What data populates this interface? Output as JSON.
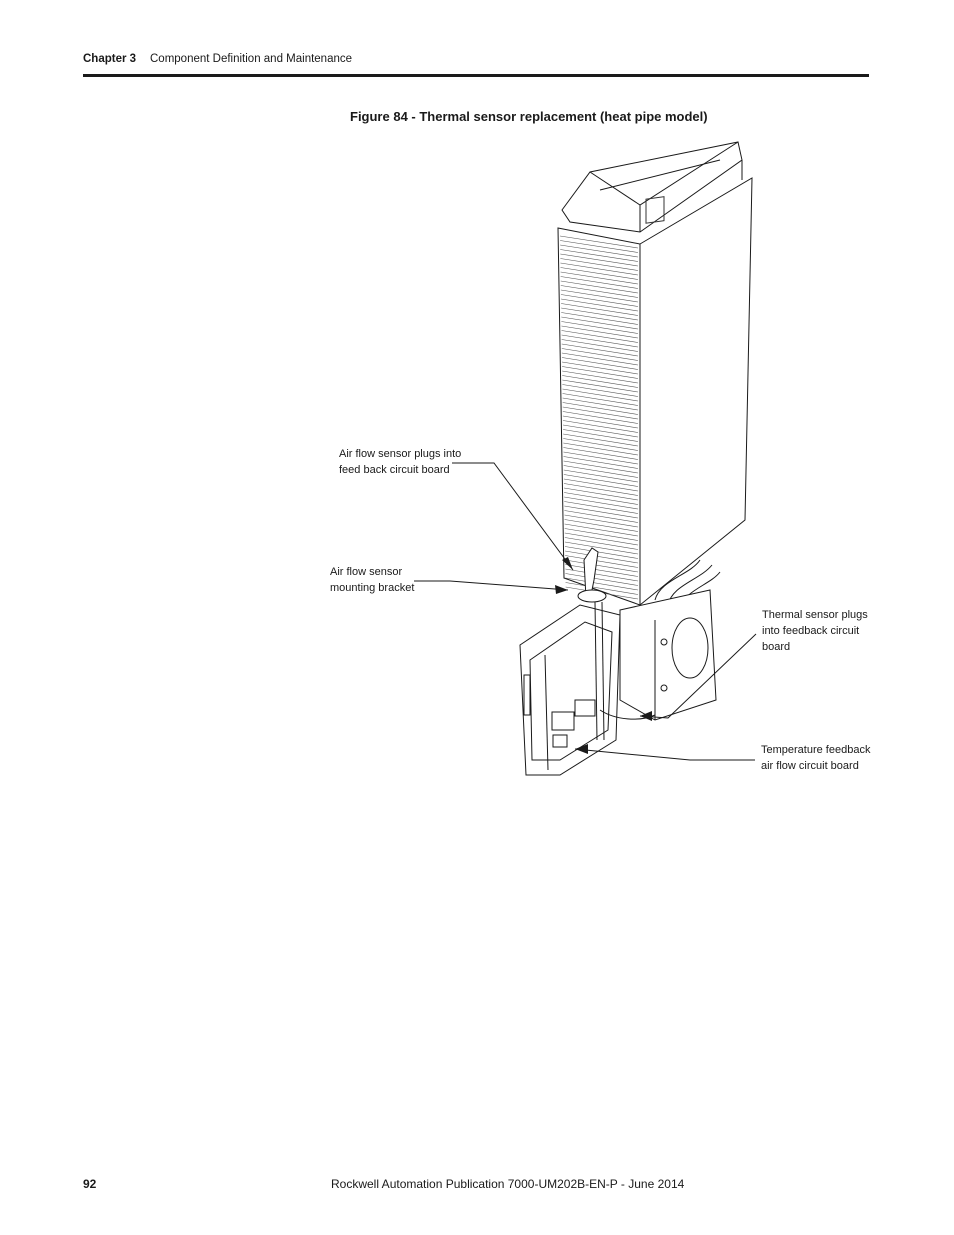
{
  "header": {
    "chapter": "Chapter 3",
    "section": "Component Definition and Maintenance"
  },
  "figure": {
    "caption": "Figure 84 - Thermal sensor replacement (heat pipe model)",
    "callouts": [
      "Air flow sensor plugs into\nfeed back circuit board",
      "Air flow sensor\nmounting bracket",
      "Thermal sensor plugs\ninto feedback circuit\nboard",
      "Temperature feedback\nair flow circuit board"
    ]
  },
  "footer": {
    "page_number": "92",
    "publication": "Rockwell Automation Publication 7000-UM202B-EN-P - June 2014"
  }
}
